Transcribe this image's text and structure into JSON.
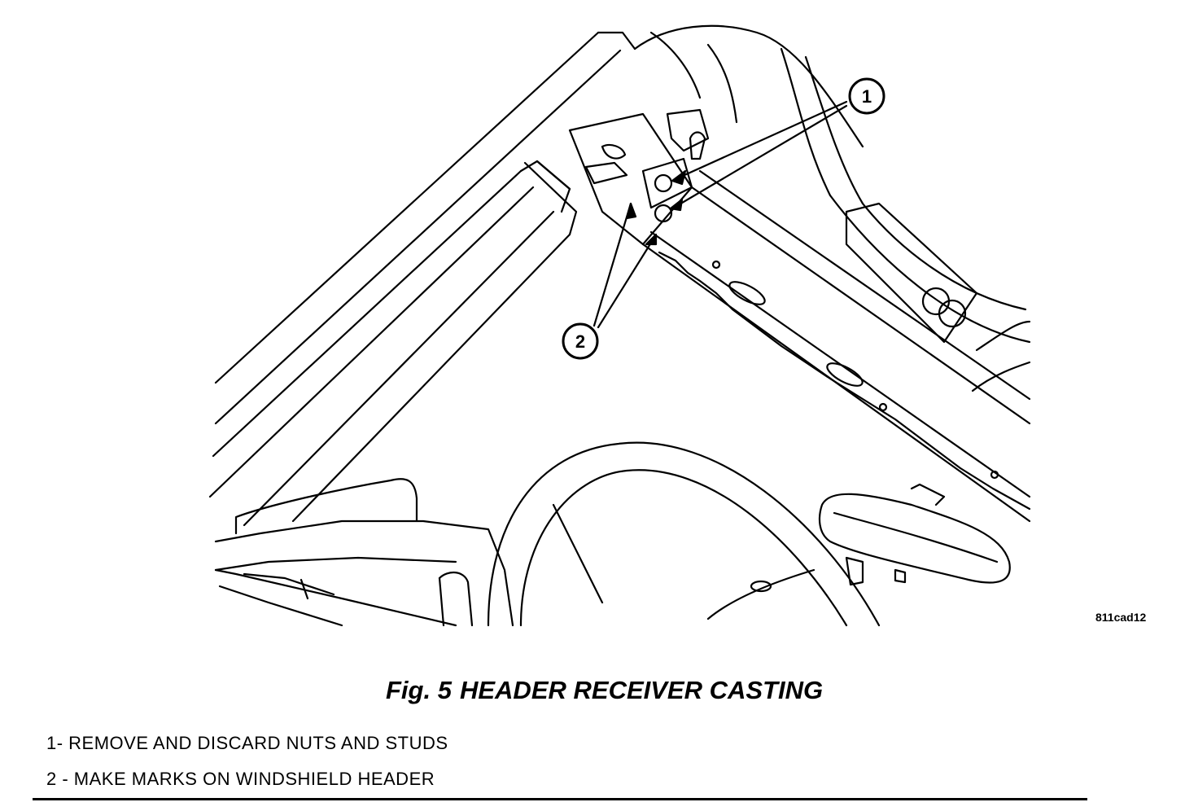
{
  "figure": {
    "label": "Fig.",
    "number": "5",
    "title": "HEADER RECEIVER CASTING",
    "reference_code": "811cad12"
  },
  "callouts": [
    {
      "id": "1",
      "text": "1"
    },
    {
      "id": "2",
      "text": "2"
    }
  ],
  "legend": [
    {
      "text": "1- REMOVE AND DISCARD NUTS AND STUDS"
    },
    {
      "text": "2 - MAKE MARKS ON WINDSHIELD HEADER"
    }
  ],
  "colors": {
    "line": "#000000",
    "background": "#ffffff"
  }
}
